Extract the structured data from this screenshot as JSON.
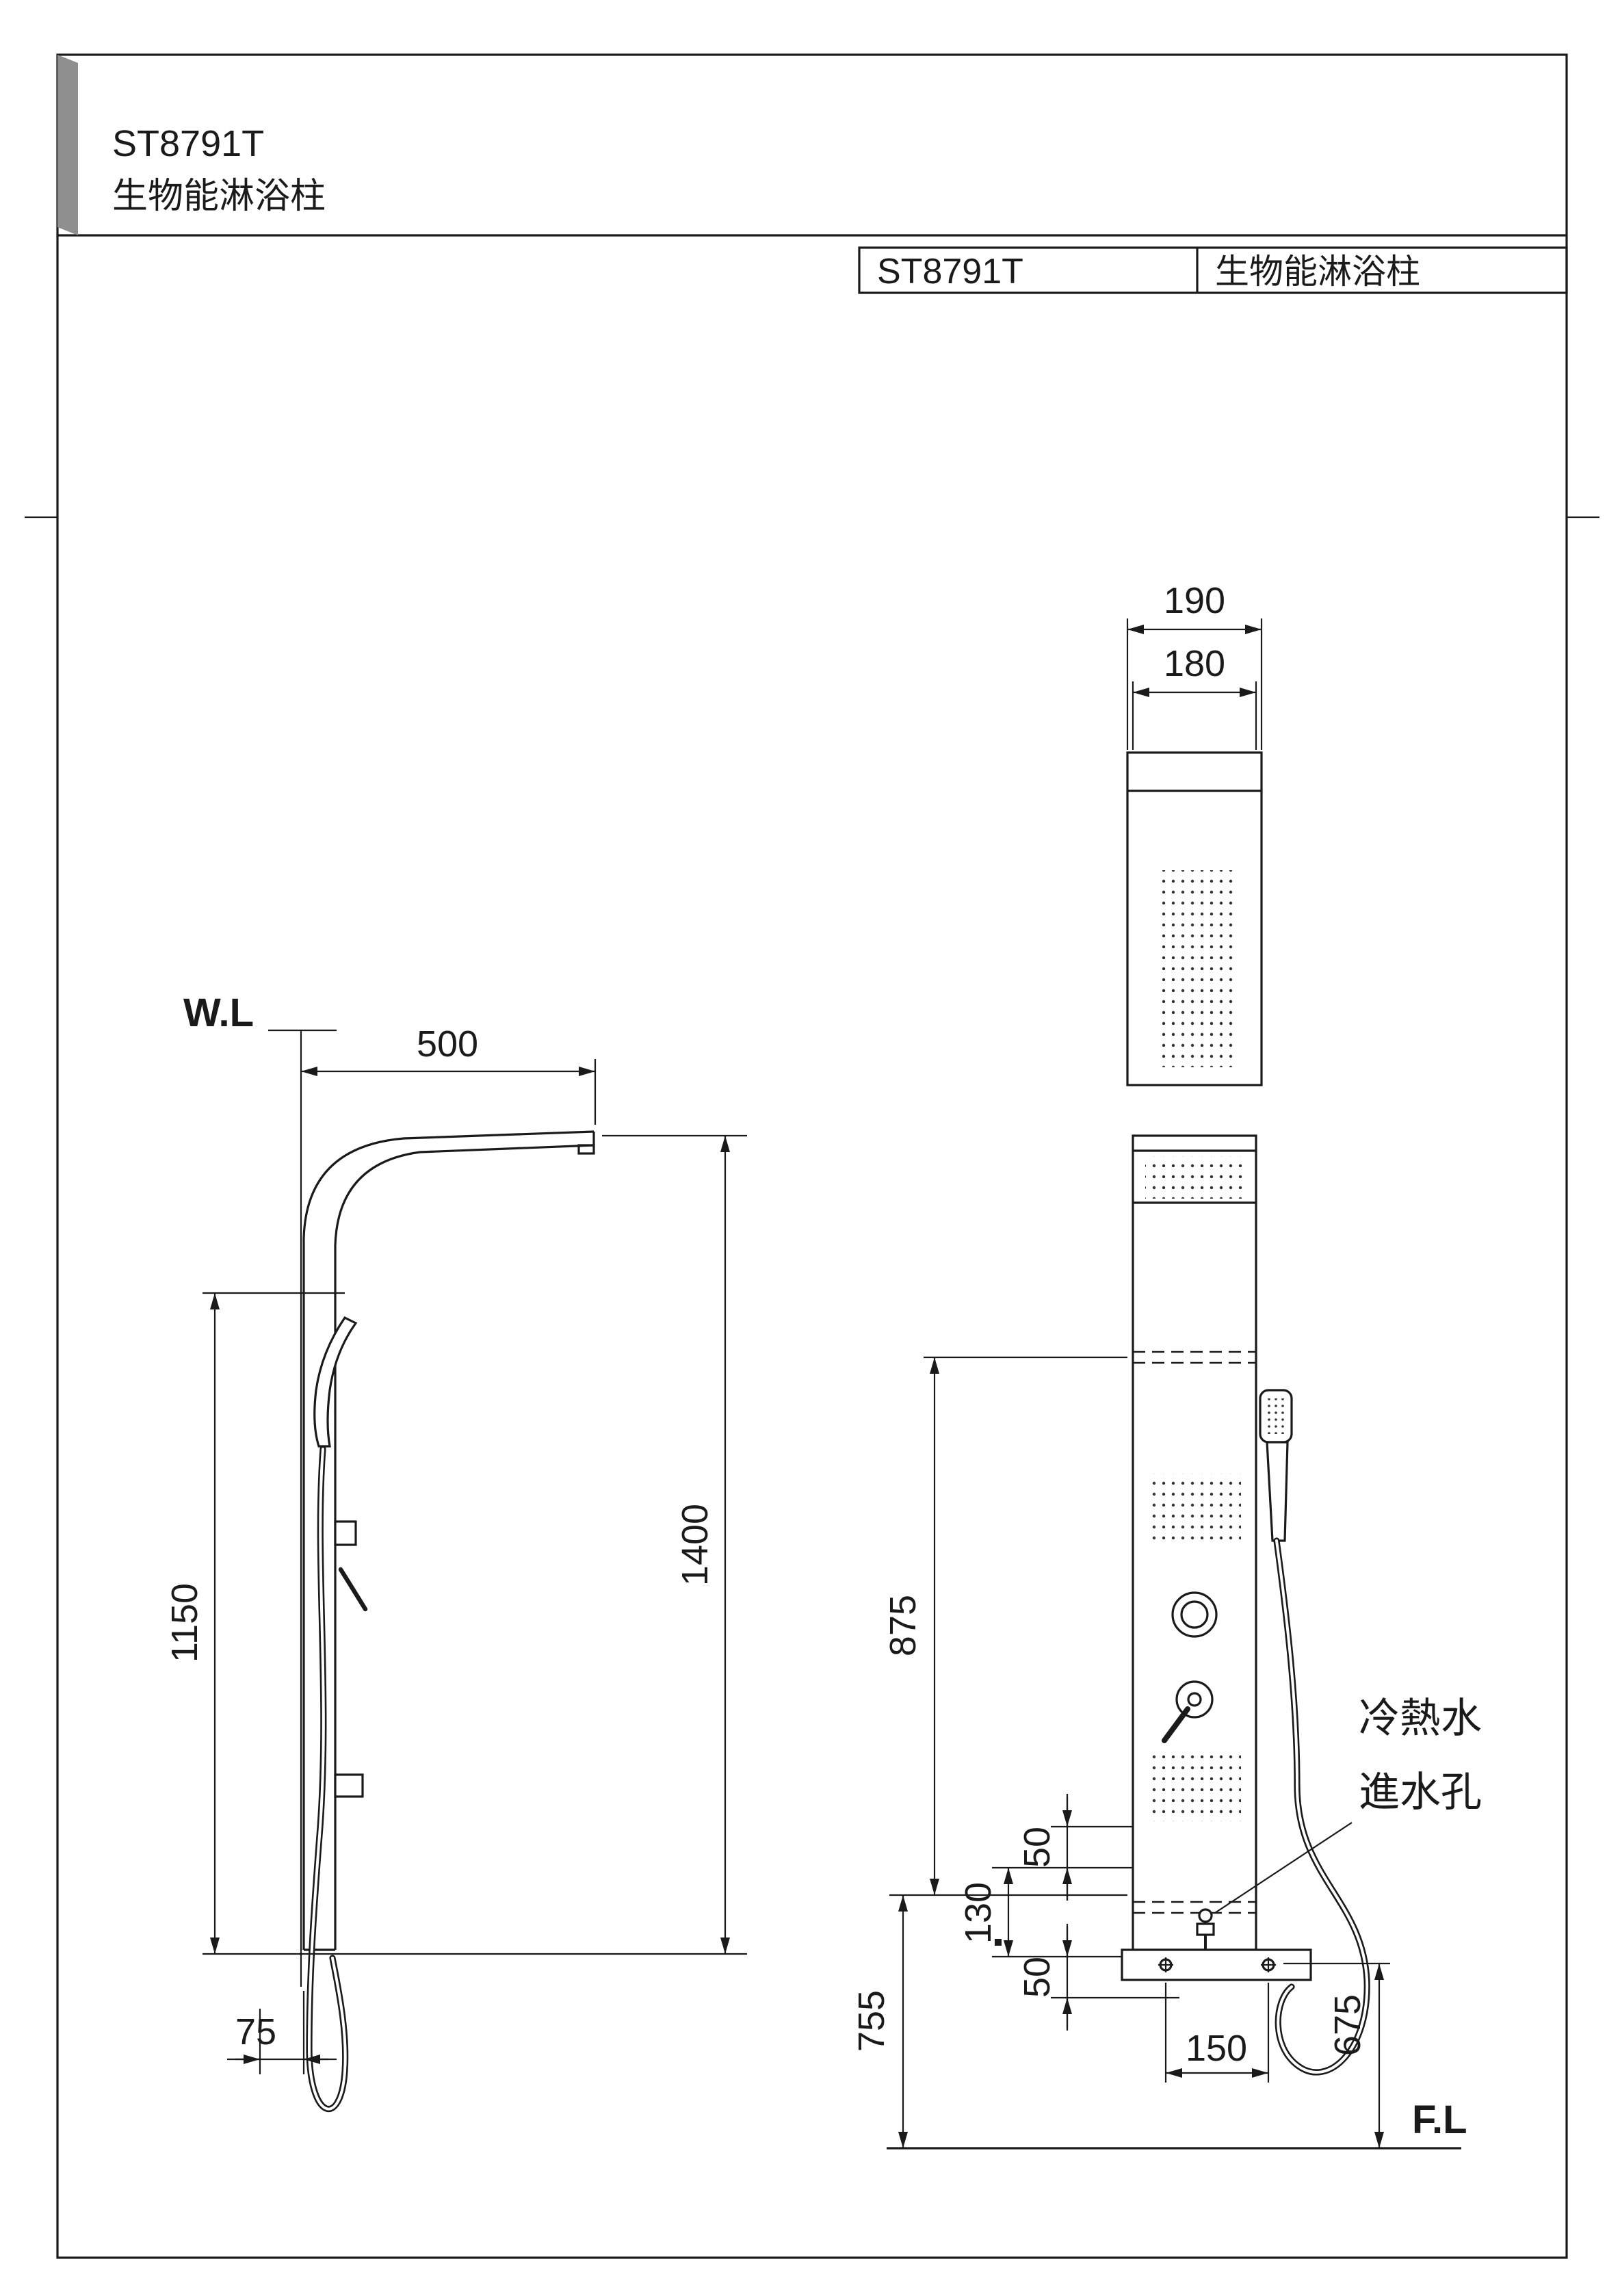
{
  "colors": {
    "ink": "#1a1a1a",
    "paper": "#ffffff",
    "fold_mark": "#8f8f8f",
    "spray_dot": "#333333"
  },
  "title_block": {
    "model": "ST8791T",
    "product_name": "生物能淋浴柱"
  },
  "header_table": {
    "model": "ST8791T",
    "product_name": "生物能淋浴柱"
  },
  "side_view": {
    "wall_line_label": "W.L",
    "dim_arm_reach": "500",
    "dim_panel_height": "1150",
    "dim_total_height": "1400",
    "dim_base_offset": "75"
  },
  "front_view": {
    "floor_line_label": "F.L",
    "dim_top_width_outer": "190",
    "dim_top_width_inner": "180",
    "dim_upper_height": "875",
    "dim_offset_top": "50",
    "dim_inlet_span": "130",
    "dim_offset_bottom": "50",
    "dim_lower_height": "755",
    "dim_inlet_spacing": "150",
    "dim_hose_height": "675",
    "annotation_line1": "冷熱水",
    "annotation_line2": "進水孔"
  }
}
